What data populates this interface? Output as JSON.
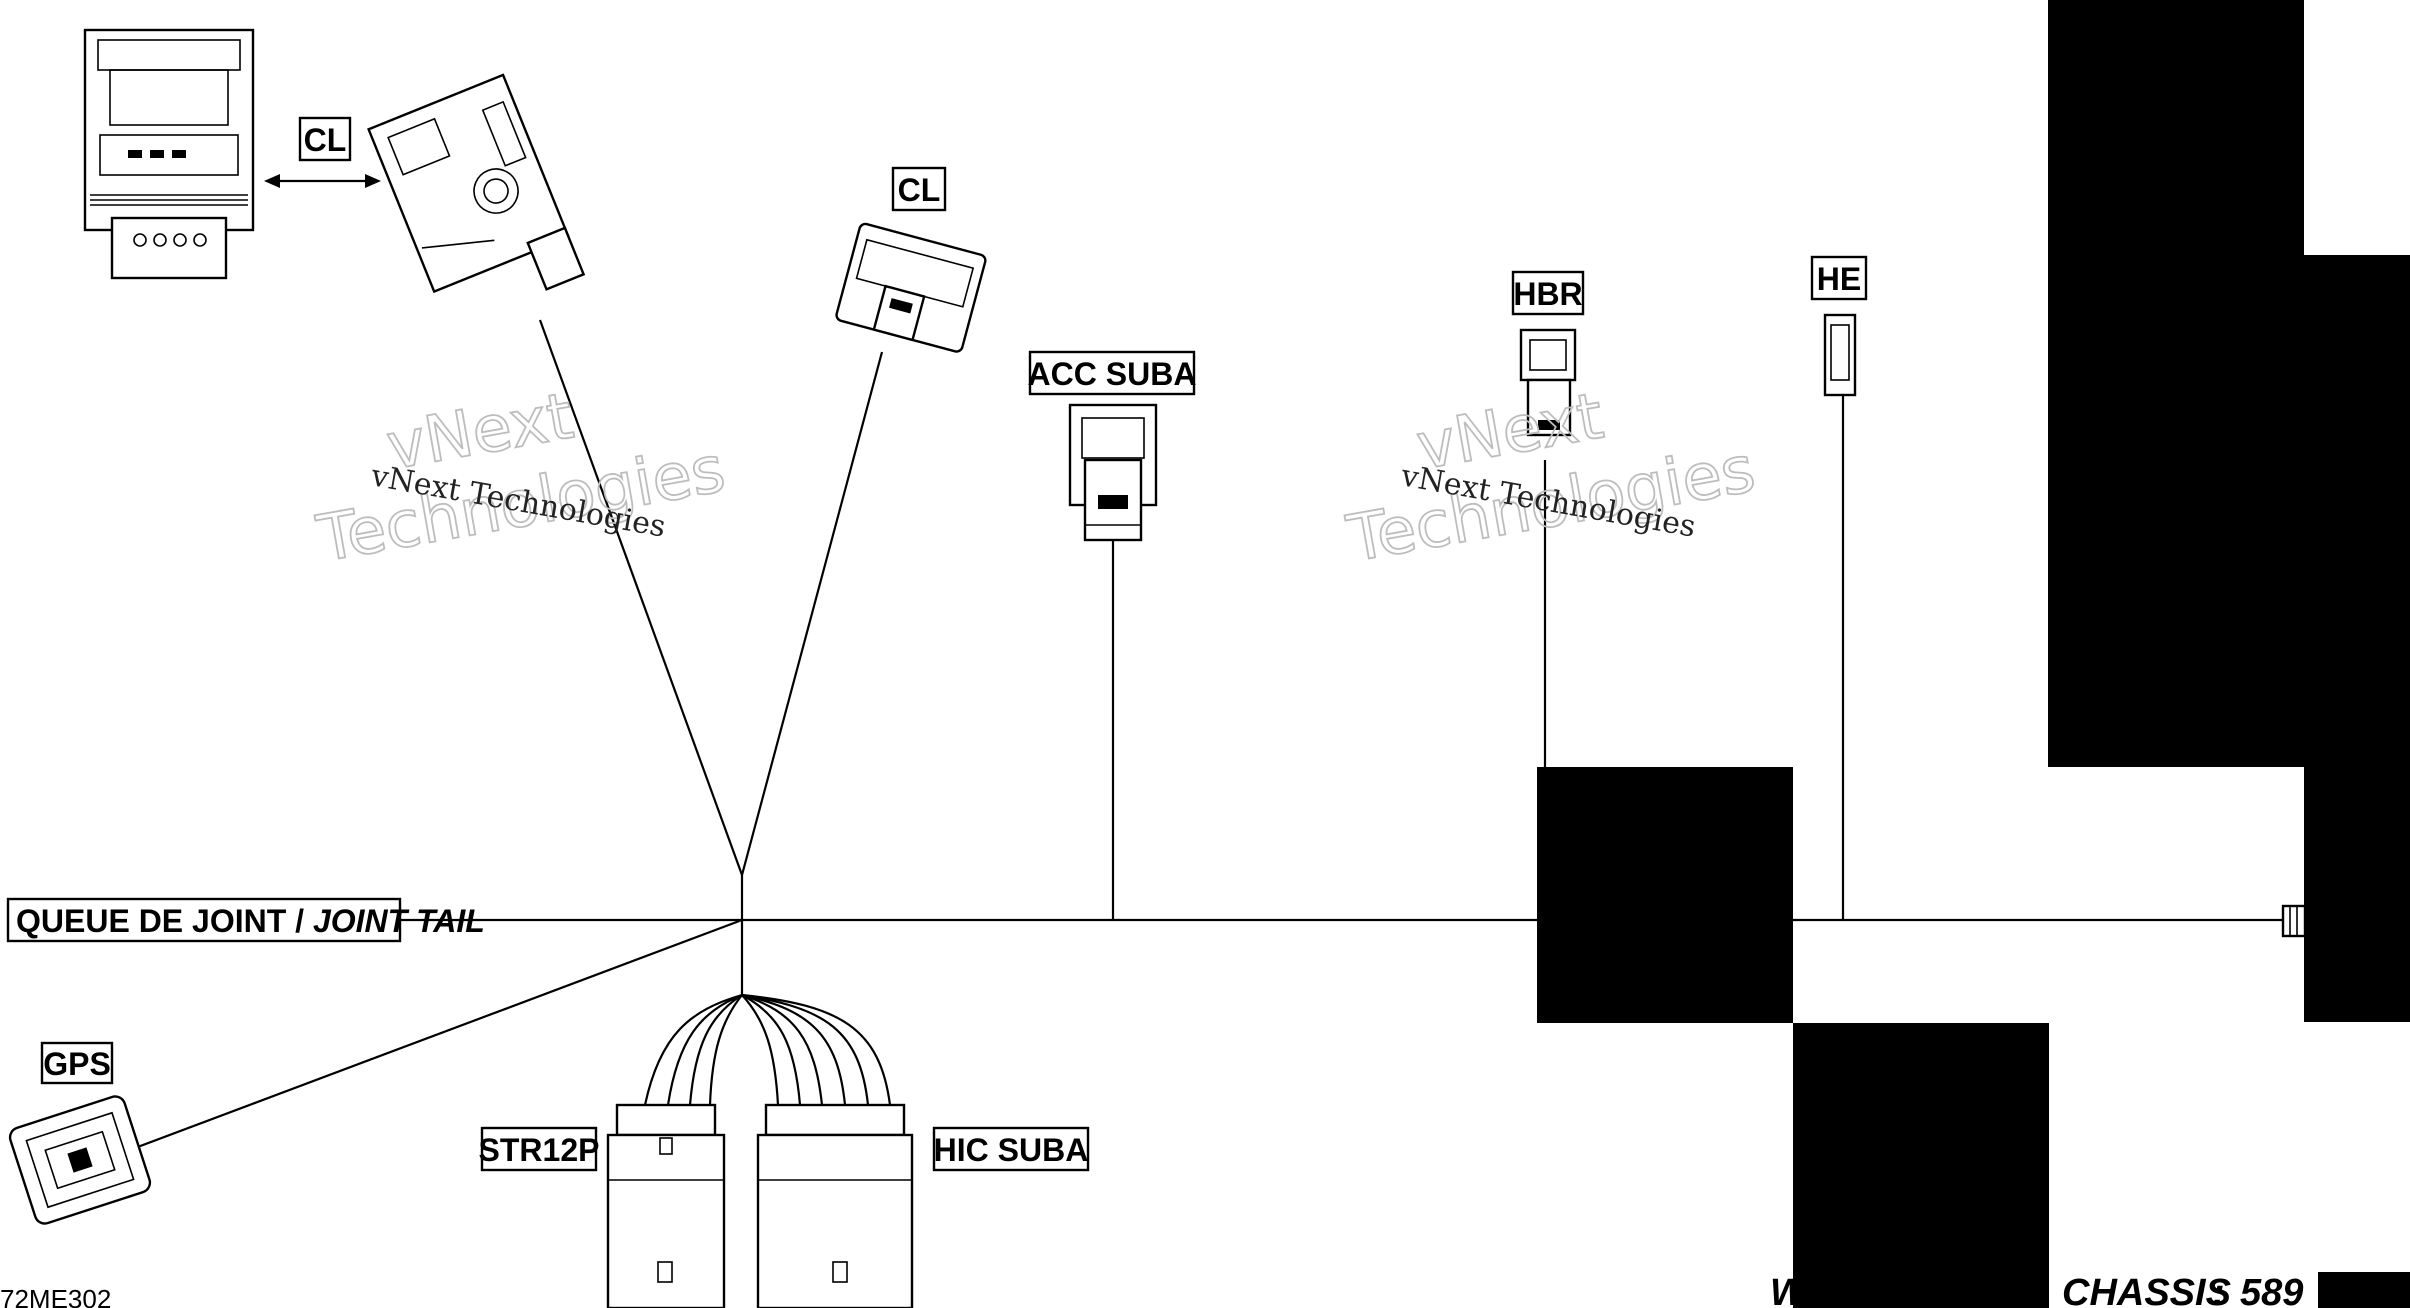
{
  "labels": {
    "cl_top": "CL",
    "cl_mid": "CL",
    "acc_suba": "ACC SUBA",
    "hbr": "HBR",
    "he": "HE",
    "queue_de_joint": "QUEUE DE JOINT / ",
    "joint_tail": "JOINT TAIL",
    "gps": "GPS",
    "str12p": "STR12P",
    "hic_suba": "HIC SUBA"
  },
  "watermark": {
    "big_1": "vNext",
    "big_2": "Technologies",
    "small": "vNext Technologies"
  },
  "footer": {
    "drawing_code": "72ME302",
    "partial_prefix": "W",
    "chassis_label": "CHASSIS",
    "chassis_sep": ":",
    "chassis_number": "589"
  },
  "colors": {
    "ink": "#000000",
    "watermark": "#bdbdbd",
    "background": "#ffffff"
  }
}
